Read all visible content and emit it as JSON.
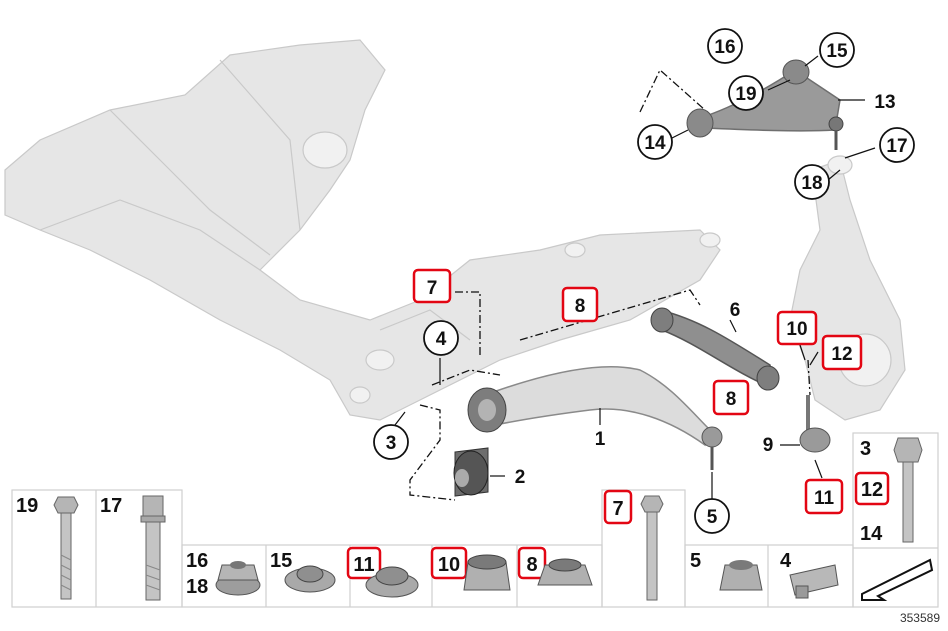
{
  "callouts": {
    "c1": "1",
    "c2": "2",
    "c3": "3",
    "c4": "4",
    "c5": "5",
    "c6": "6",
    "c7": "7",
    "c8a": "8",
    "c8b": "8",
    "c9": "9",
    "c10": "10",
    "c11": "11",
    "c12": "12",
    "c13": "13",
    "c14": "14",
    "c15": "15",
    "c16": "16",
    "c17": "17",
    "c18": "18",
    "c19": "19"
  },
  "parts_row": {
    "b19": "19",
    "b17": "17",
    "b16": "16",
    "b18": "18",
    "b15": "15",
    "b11": "11",
    "b10": "10",
    "b8": "8",
    "b7": "7",
    "b5": "5",
    "b4": "4",
    "b3": "3",
    "b12": "12",
    "b14": "14"
  },
  "reference_number": "353589",
  "colors": {
    "highlight": "#e30613",
    "frame": "#dedede",
    "line": "#111111"
  }
}
